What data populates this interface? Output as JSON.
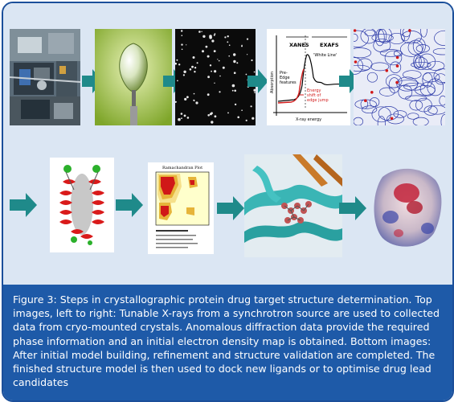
{
  "caption": {
    "text": "Figure 3: Steps in crystallographic protein drug target structure determination. Top images, left to right: Tunable X-rays from a synchrotron source are used to collected data from cryo-mounted crystals. Anomalous diffraction data provide the required phase information and an initial electron density map is obtained. Bottom images: After initial model building, refinement and structure validation are completed. The finished structure model is then used to dock new ligands or to optimise drug lead candidates"
  },
  "xafs_plot": {
    "xanes_label": "XANES",
    "exafs_label": "EXAFS",
    "white_line_label": "'White Line'",
    "pre_edge_label": "Pre-\nEdge\nfeatures",
    "energy_shift_label": "Energy\nshift of\nedge jump",
    "xlabel": "X-ray energy",
    "ylabel": "Absorption"
  },
  "ramachandran": {
    "title": "Ramachandran Plot"
  },
  "colors": {
    "frame_bg": "#dbe6f3",
    "caption_bg": "#1e5aa8",
    "arrow": "#1f8a8a",
    "border": "#1b4f9a"
  }
}
